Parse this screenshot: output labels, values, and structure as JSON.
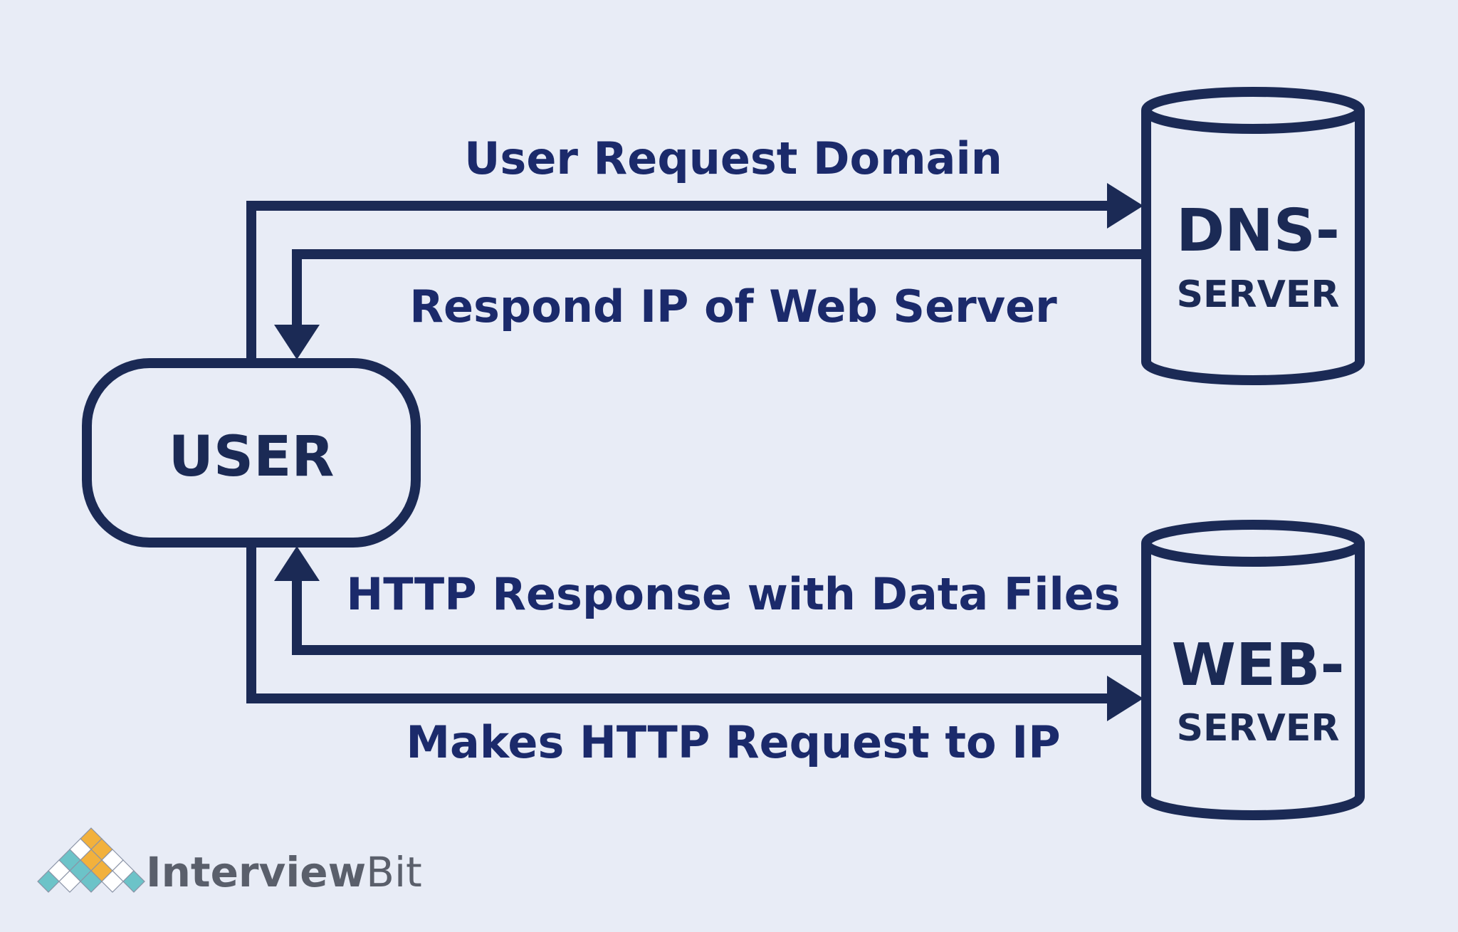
{
  "colors": {
    "background": "#e8ecf6",
    "stroke": "#1b2a55",
    "text": "#1b2a6b",
    "logo_orange": "#f2b13c",
    "logo_teal": "#6cc3c8",
    "logo_text": "#5a5f6b"
  },
  "nodes": {
    "user": {
      "label": "USER"
    },
    "dns": {
      "line1": "DNS-",
      "line2": "SERVER"
    },
    "web": {
      "line1": "WEB-",
      "line2": "SERVER"
    }
  },
  "edges": {
    "user_request_domain": "User Request Domain",
    "respond_ip": "Respond IP of Web Server",
    "http_response": "HTTP Response with Data Files",
    "http_request": "Makes HTTP Request to IP"
  },
  "logo": {
    "icon": "interviewbit-diamond-logo-icon",
    "text_part1": "Interview",
    "text_part2": "Bit"
  }
}
